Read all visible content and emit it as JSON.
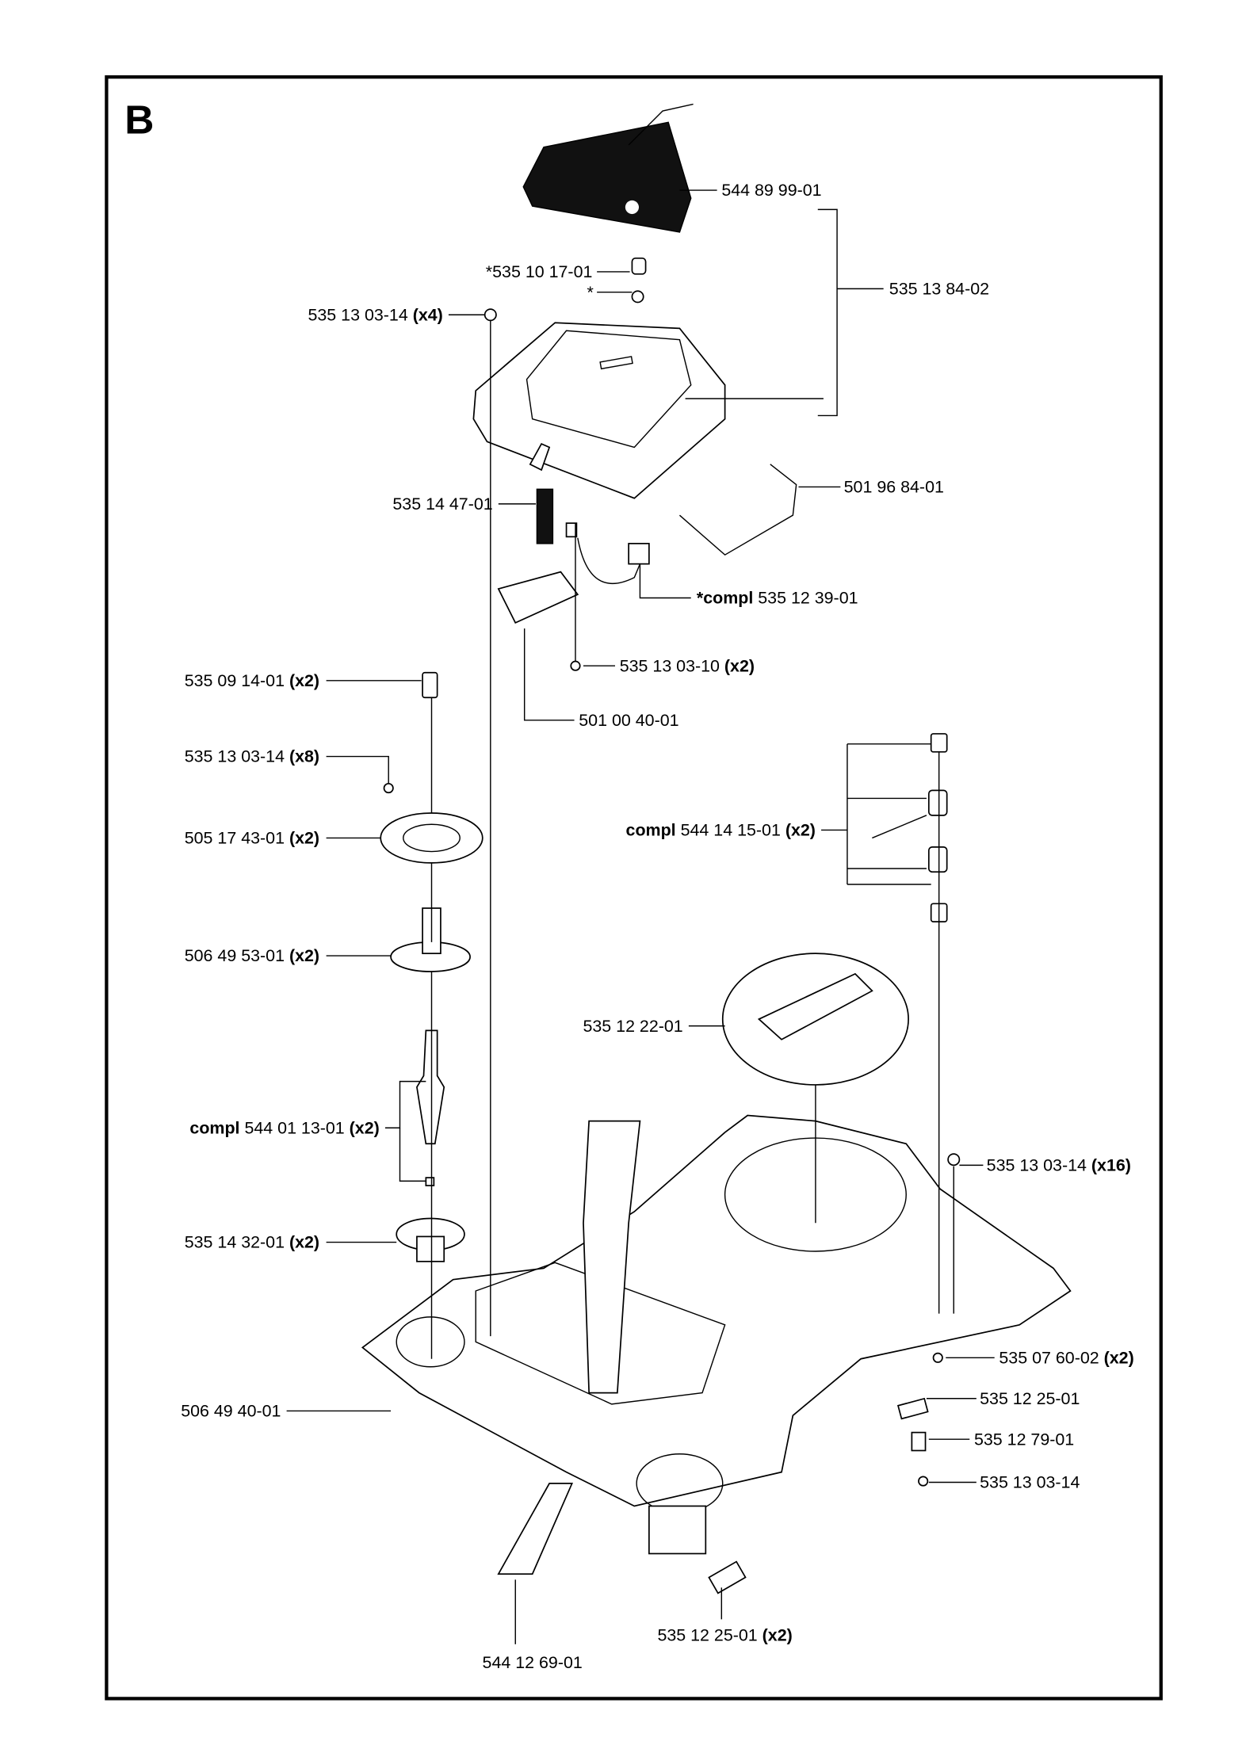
{
  "section_letter": "B",
  "labels": [
    {
      "prefix": "",
      "number": "544 89 99-01",
      "qty": ""
    },
    {
      "prefix": "",
      "number": "*535 10 17-01",
      "qty": ""
    },
    {
      "prefix": "",
      "number": "*",
      "qty": ""
    },
    {
      "prefix": "",
      "number": "535 13 03-14",
      "qty": "(x4)"
    },
    {
      "prefix": "",
      "number": "535 13 84-02",
      "qty": ""
    },
    {
      "prefix": "",
      "number": "535 14 47-01",
      "qty": ""
    },
    {
      "prefix": "",
      "number": "501 96 84-01",
      "qty": ""
    },
    {
      "prefix": "*compl",
      "number": "535 12 39-01",
      "qty": ""
    },
    {
      "prefix": "",
      "number": "535 13 03-10",
      "qty": "(x2)"
    },
    {
      "prefix": "",
      "number": "501 00 40-01",
      "qty": ""
    },
    {
      "prefix": "",
      "number": "535 09 14-01",
      "qty": "(x2)"
    },
    {
      "prefix": "",
      "number": "535 13 03-14",
      "qty": "(x8)"
    },
    {
      "prefix": "",
      "number": "505 17 43-01",
      "qty": "(x2)"
    },
    {
      "prefix": "",
      "number": "506 49 53-01",
      "qty": "(x2)"
    },
    {
      "prefix": "compl",
      "number": "544 01 13-01",
      "qty": "(x2)"
    },
    {
      "prefix": "",
      "number": "535 14 32-01",
      "qty": "(x2)"
    },
    {
      "prefix": "",
      "number": "506 49 40-01",
      "qty": ""
    },
    {
      "prefix": "",
      "number": "544 12 69-01",
      "qty": ""
    },
    {
      "prefix": "",
      "number": "535 12 25-01",
      "qty": "(x2)"
    },
    {
      "prefix": "",
      "number": "535 13 03-14",
      "qty": ""
    },
    {
      "prefix": "",
      "number": "535 12 79-01",
      "qty": ""
    },
    {
      "prefix": "",
      "number": "535 12 25-01",
      "qty": ""
    },
    {
      "prefix": "",
      "number": "535 07 60-02",
      "qty": "(x2)"
    },
    {
      "prefix": "",
      "number": "535 13 03-14",
      "qty": "(x16)"
    },
    {
      "prefix": "",
      "number": "535 12 22-01",
      "qty": ""
    },
    {
      "prefix": "compl",
      "number": "544 14 15-01",
      "qty": "(x2)"
    }
  ]
}
